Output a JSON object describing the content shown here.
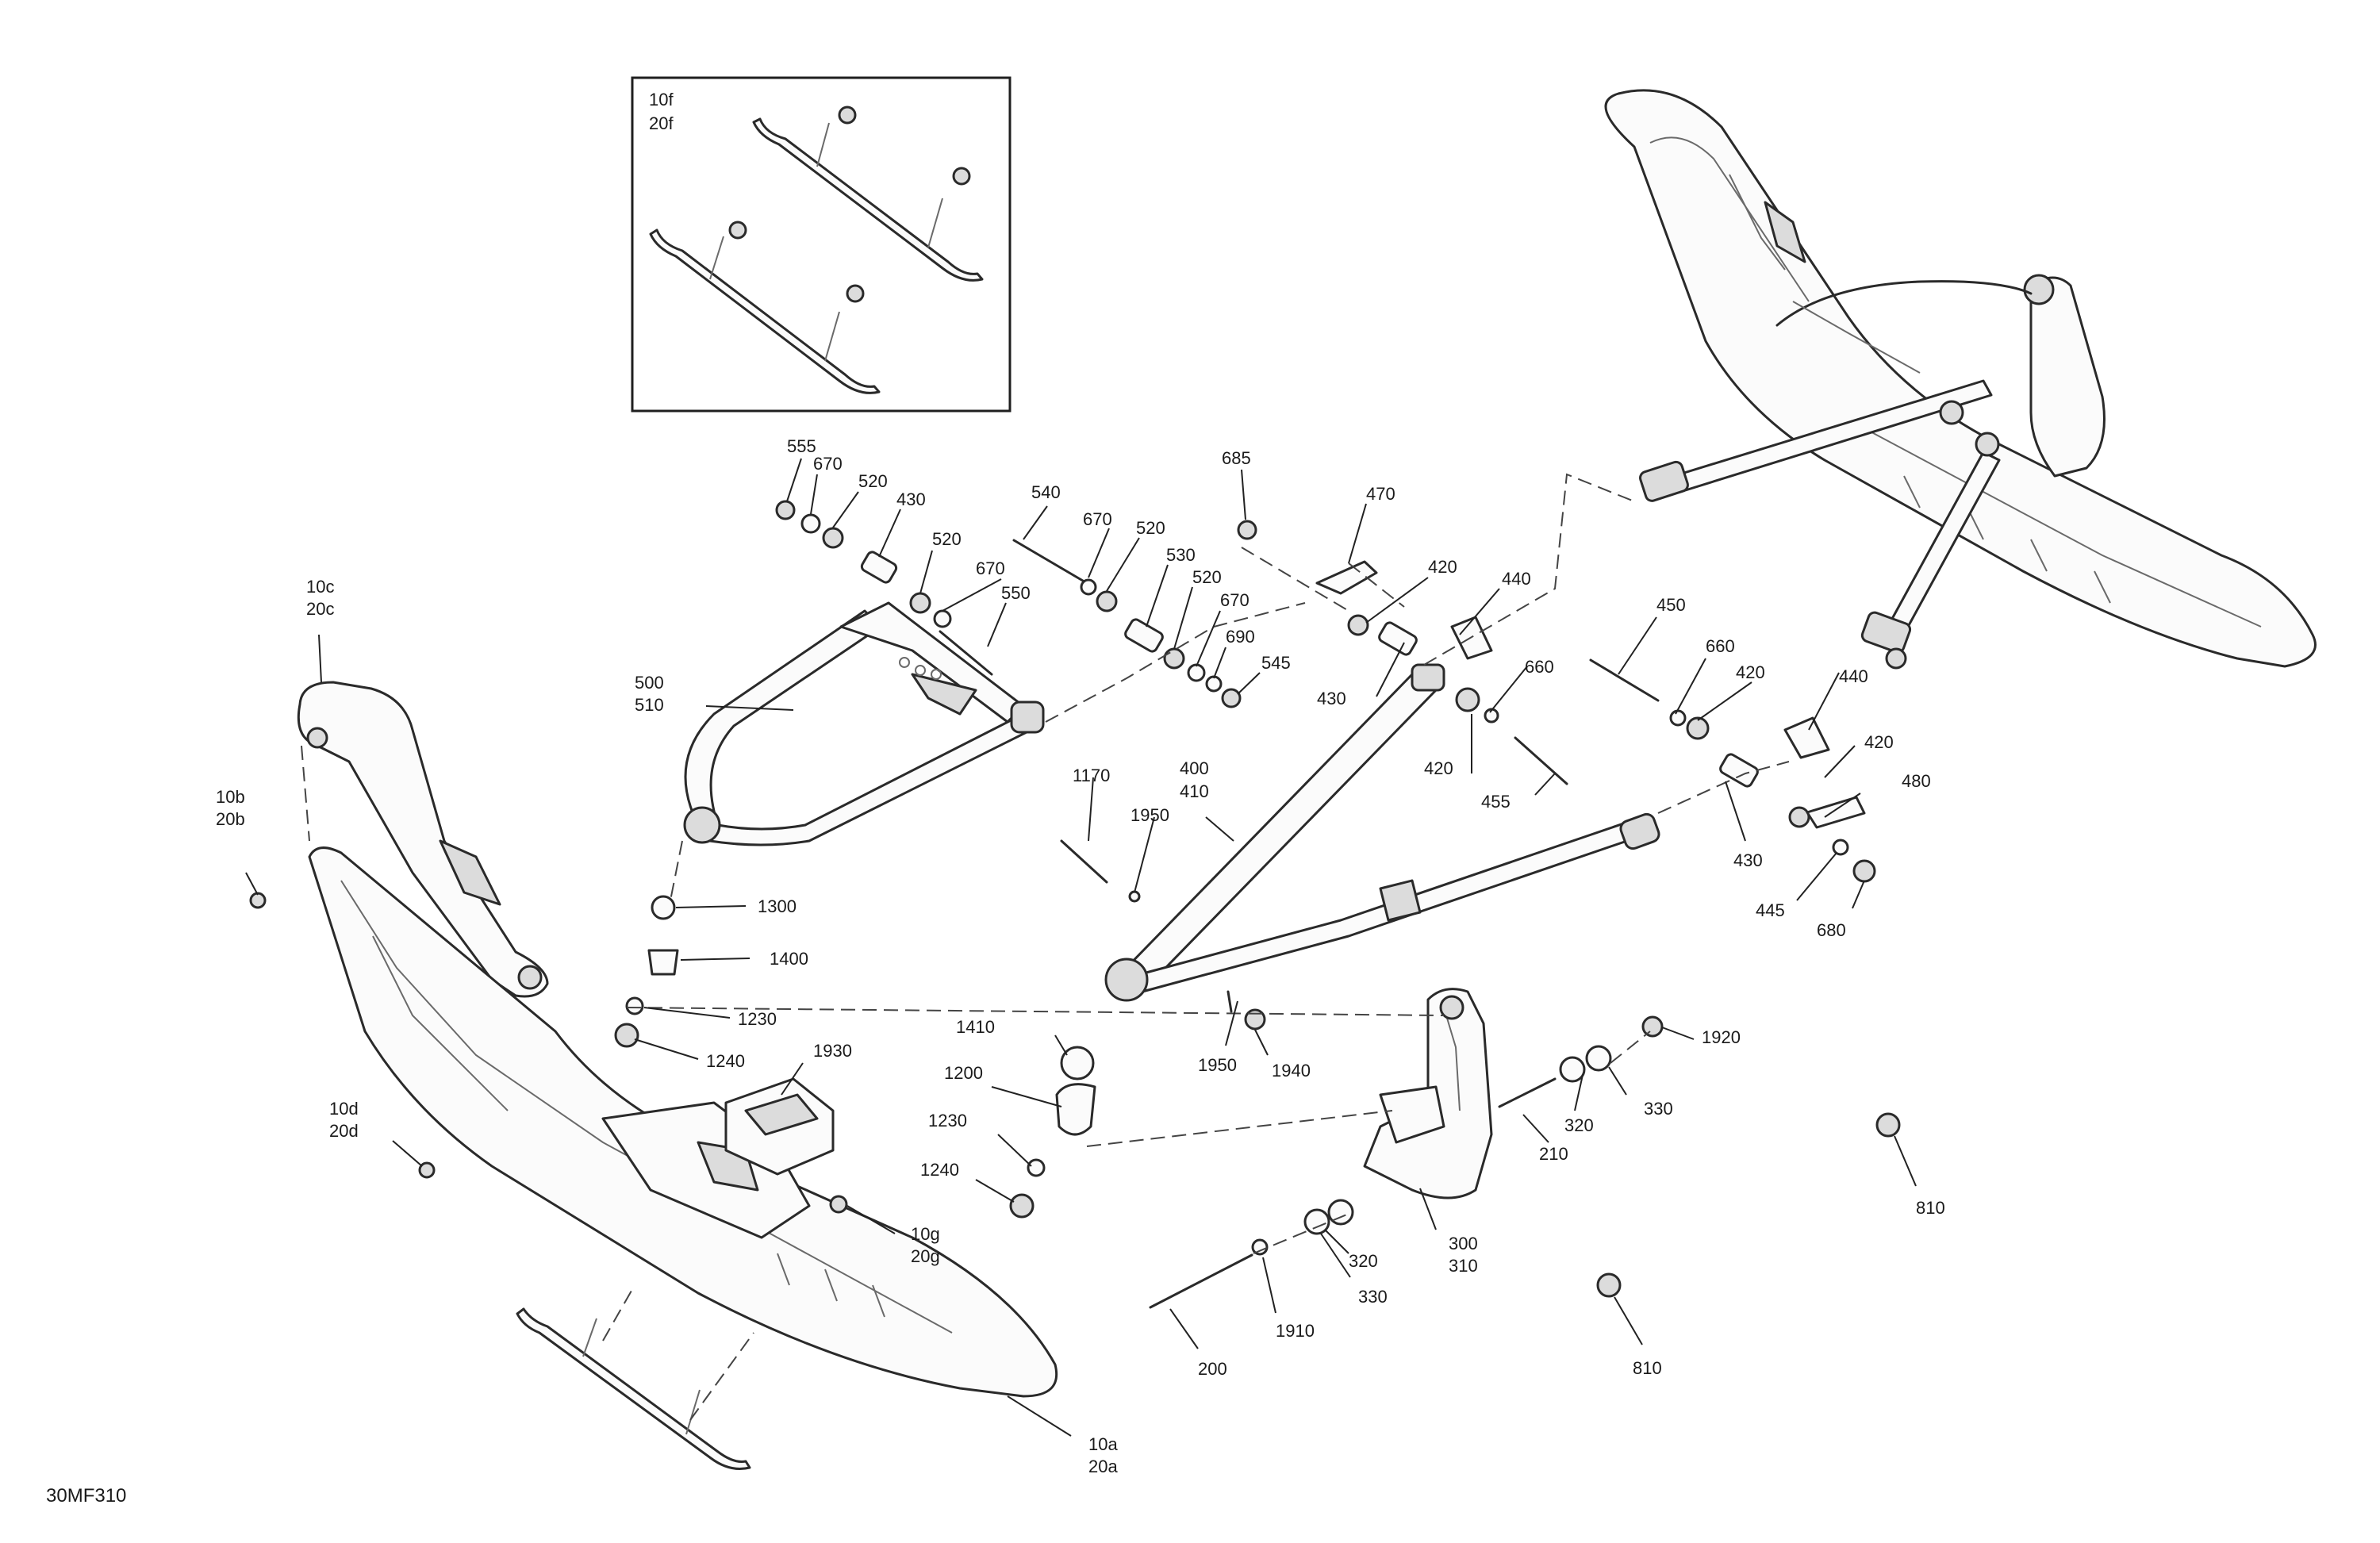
{
  "diagram": {
    "doc_code": "30MF310",
    "inset_labels": [
      "10f",
      "20f"
    ],
    "callouts": {
      "c555": "555",
      "c670a": "670",
      "c520a": "520",
      "c430a": "430",
      "c540": "540",
      "c670b": "670",
      "c520b": "520",
      "c685": "685",
      "c470": "470",
      "c520c": "520",
      "c670c": "670",
      "c550": "550",
      "c530": "530",
      "c520d": "520",
      "c670d": "670",
      "c690": "690",
      "c545": "545",
      "c420a": "420",
      "c440a": "440",
      "c450": "450",
      "c660a": "660",
      "c430b": "430",
      "c660b": "660",
      "c420b": "420",
      "c420c": "420",
      "c440b": "440",
      "c455": "455",
      "c420d": "420",
      "c480": "480",
      "c430c": "430",
      "c445": "445",
      "c680": "680",
      "c1170": "1170",
      "c1950a": "1950",
      "c400": "400",
      "c410": "410",
      "c500": "500",
      "c510": "510",
      "c10c": "10c",
      "c20c": "20c",
      "c10b": "10b",
      "c20b": "20b",
      "c1300": "1300",
      "c1400": "1400",
      "c1230a": "1230",
      "c1240a": "1240",
      "c1930": "1930",
      "c1410": "1410",
      "c1200": "1200",
      "c1230b": "1230",
      "c1240b": "1240",
      "c1950b": "1950",
      "c1940": "1940",
      "c1920": "1920",
      "c320a": "320",
      "c330a": "330",
      "c210": "210",
      "c10d": "10d",
      "c20d": "20d",
      "c10g": "10g",
      "c20g": "20g",
      "c300": "300",
      "c310": "310",
      "c320b": "320",
      "c330b": "330",
      "c810a": "810",
      "c810b": "810",
      "c1910": "1910",
      "c200": "200",
      "c10a": "10a",
      "c20a": "20a"
    }
  }
}
